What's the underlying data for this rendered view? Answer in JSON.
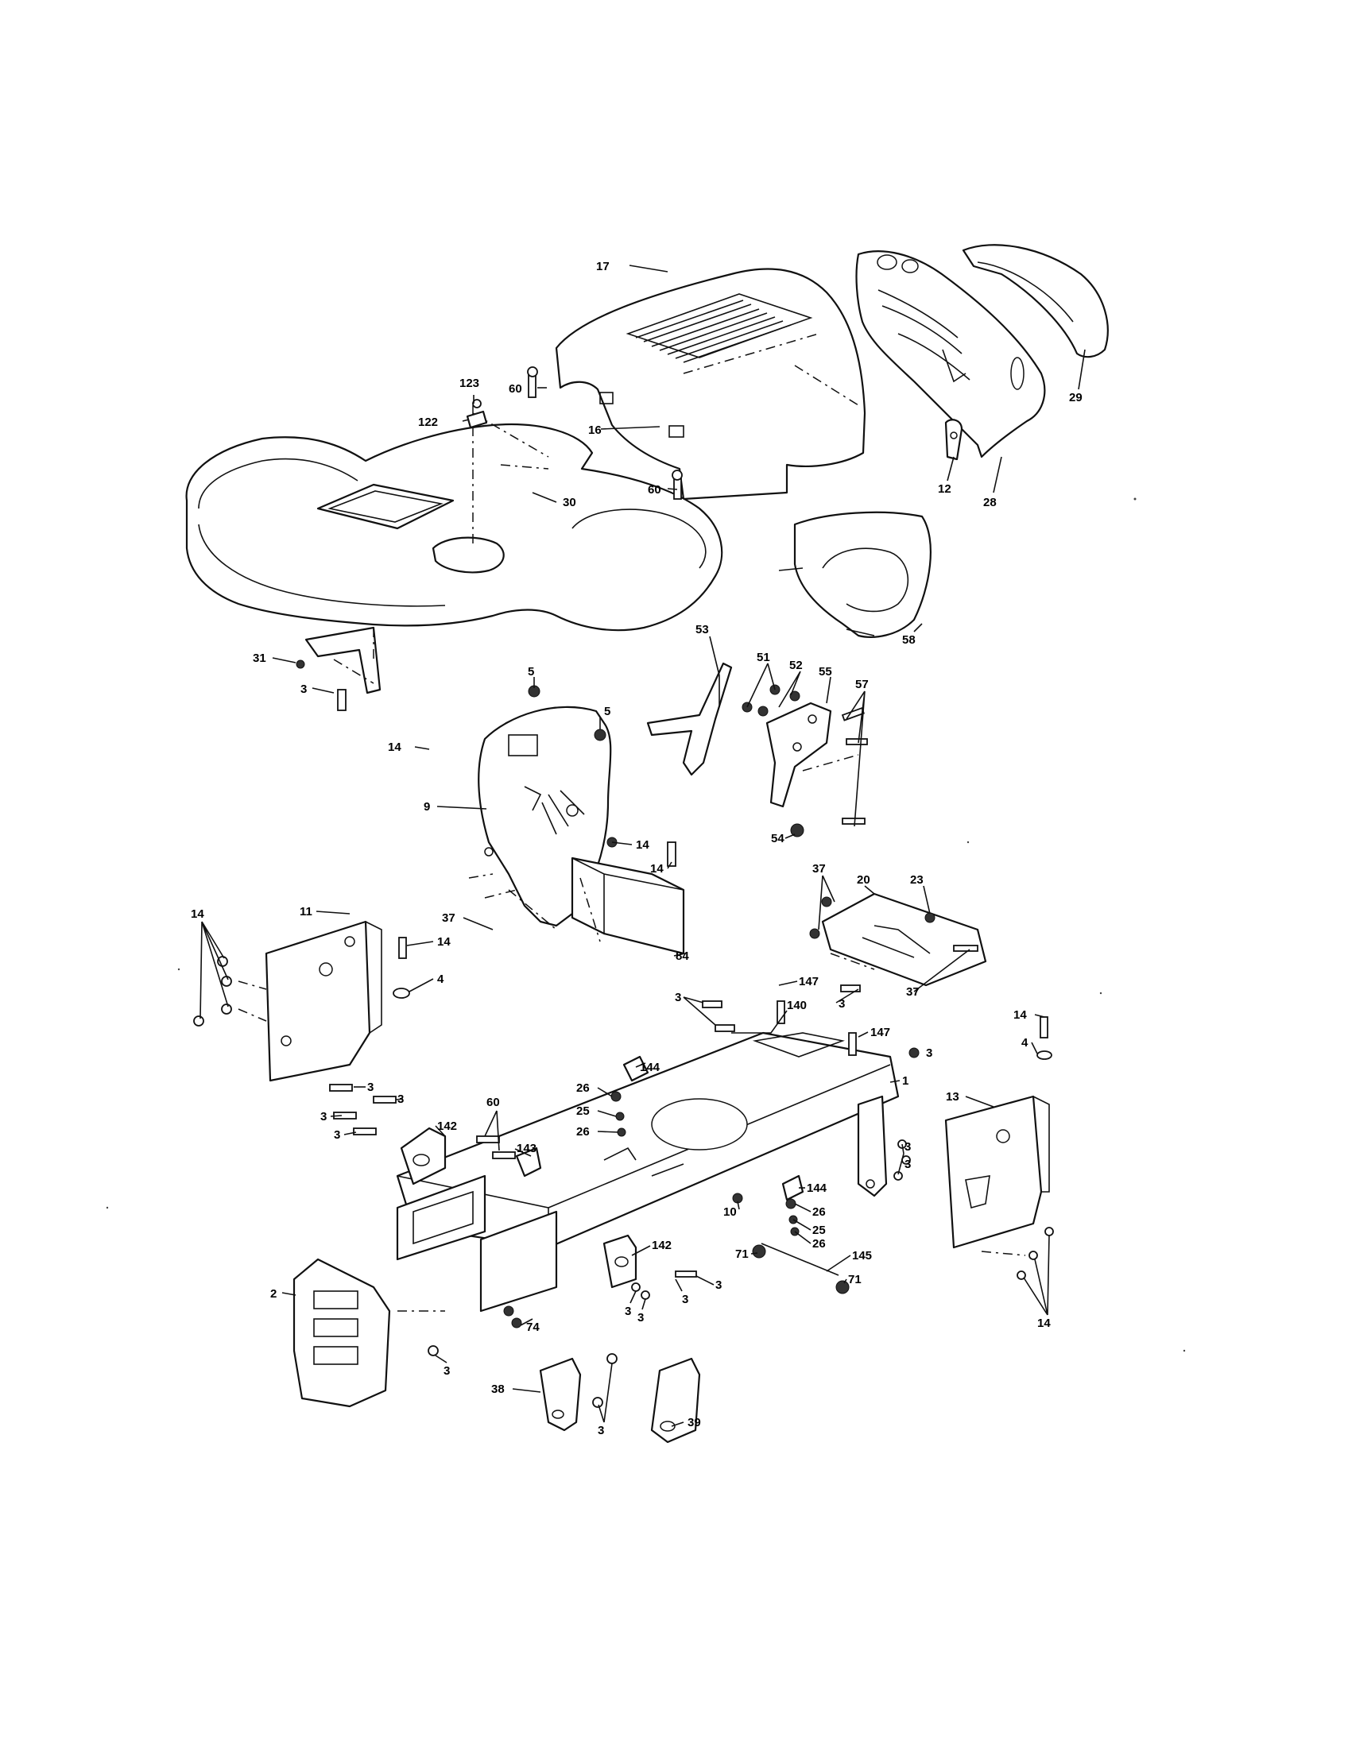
{
  "diagram": {
    "callouts": [
      {
        "id": "c17",
        "text": "17"
      },
      {
        "id": "c60a",
        "text": "60"
      },
      {
        "id": "c123",
        "text": "123"
      },
      {
        "id": "c122",
        "text": "122"
      },
      {
        "id": "c16",
        "text": "16"
      },
      {
        "id": "c29",
        "text": "29"
      },
      {
        "id": "c12",
        "text": "12"
      },
      {
        "id": "c28",
        "text": "28"
      },
      {
        "id": "c30",
        "text": "30"
      },
      {
        "id": "c60b",
        "text": "60"
      },
      {
        "id": "c58",
        "text": "58"
      },
      {
        "id": "c31",
        "text": "31"
      },
      {
        "id": "c3a",
        "text": "3"
      },
      {
        "id": "c53",
        "text": "53"
      },
      {
        "id": "c51",
        "text": "51"
      },
      {
        "id": "c52",
        "text": "52"
      },
      {
        "id": "c55",
        "text": "55"
      },
      {
        "id": "c57",
        "text": "57"
      },
      {
        "id": "c5a",
        "text": "5"
      },
      {
        "id": "c5b",
        "text": "5"
      },
      {
        "id": "c14a",
        "text": "14"
      },
      {
        "id": "c9",
        "text": "9"
      },
      {
        "id": "c54",
        "text": "54"
      },
      {
        "id": "c14b",
        "text": "14"
      },
      {
        "id": "c14c",
        "text": "14"
      },
      {
        "id": "c37a",
        "text": "37"
      },
      {
        "id": "c37b",
        "text": "37"
      },
      {
        "id": "c20",
        "text": "20"
      },
      {
        "id": "c23",
        "text": "23"
      },
      {
        "id": "c14d",
        "text": "14"
      },
      {
        "id": "c11",
        "text": "11"
      },
      {
        "id": "c14e",
        "text": "14"
      },
      {
        "id": "c4a",
        "text": "4"
      },
      {
        "id": "c84",
        "text": "84"
      },
      {
        "id": "c37c",
        "text": "37"
      },
      {
        "id": "c147a",
        "text": "147"
      },
      {
        "id": "c3b",
        "text": "3"
      },
      {
        "id": "c140",
        "text": "140"
      },
      {
        "id": "c3c",
        "text": "3"
      },
      {
        "id": "c147b",
        "text": "147"
      },
      {
        "id": "c3d",
        "text": "3"
      },
      {
        "id": "c14f",
        "text": "14"
      },
      {
        "id": "c4b",
        "text": "4"
      },
      {
        "id": "c1",
        "text": "1"
      },
      {
        "id": "c13",
        "text": "13"
      },
      {
        "id": "c144a",
        "text": "144"
      },
      {
        "id": "c26a",
        "text": "26"
      },
      {
        "id": "c25a",
        "text": "25"
      },
      {
        "id": "c26b",
        "text": "26"
      },
      {
        "id": "c3e",
        "text": "3"
      },
      {
        "id": "c3f",
        "text": "3"
      },
      {
        "id": "c3g",
        "text": "3"
      },
      {
        "id": "c3h",
        "text": "3"
      },
      {
        "id": "c142a",
        "text": "142"
      },
      {
        "id": "c60c",
        "text": "60"
      },
      {
        "id": "c143",
        "text": "143"
      },
      {
        "id": "c3i",
        "text": "3"
      },
      {
        "id": "c3j",
        "text": "3"
      },
      {
        "id": "c144b",
        "text": "144"
      },
      {
        "id": "c26c",
        "text": "26"
      },
      {
        "id": "c10",
        "text": "10"
      },
      {
        "id": "c25b",
        "text": "25"
      },
      {
        "id": "c26d",
        "text": "26"
      },
      {
        "id": "c71a",
        "text": "71"
      },
      {
        "id": "c145",
        "text": "145"
      },
      {
        "id": "c71b",
        "text": "71"
      },
      {
        "id": "c142b",
        "text": "142"
      },
      {
        "id": "c3k",
        "text": "3"
      },
      {
        "id": "c3l",
        "text": "3"
      },
      {
        "id": "c3m",
        "text": "3"
      },
      {
        "id": "c3n",
        "text": "3"
      },
      {
        "id": "c2",
        "text": "2"
      },
      {
        "id": "c74",
        "text": "74"
      },
      {
        "id": "c3o",
        "text": "3"
      },
      {
        "id": "c14g",
        "text": "14"
      },
      {
        "id": "c38",
        "text": "38"
      },
      {
        "id": "c3p",
        "text": "3"
      },
      {
        "id": "c39",
        "text": "39"
      }
    ]
  }
}
